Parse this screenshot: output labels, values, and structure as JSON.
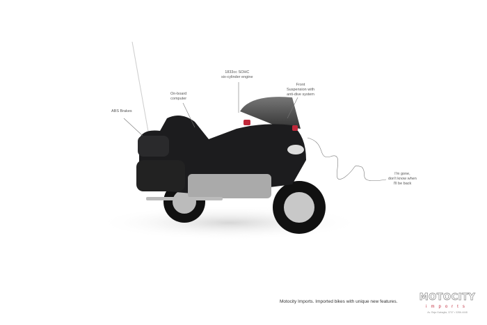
{
  "callouts": {
    "abs": "ABS Brakes",
    "computer": "On-board\ncomputer",
    "engine": "1833cc SOHC\nsix-cylinder engine",
    "suspension": "Front\nSuspension with\nanti-dive system",
    "gone": "I'm gone,\ndon't know when\nI'll be back"
  },
  "tagline": "Motocity Imports. Imported bikes with unique new features.",
  "logo": {
    "main": "MOTOCITY",
    "sub": "imports",
    "address": "Av. Raja Gabaglia, 3737 • 3286-4448"
  },
  "colors": {
    "accent": "#c0283a",
    "bike": "#1c1c1e"
  }
}
